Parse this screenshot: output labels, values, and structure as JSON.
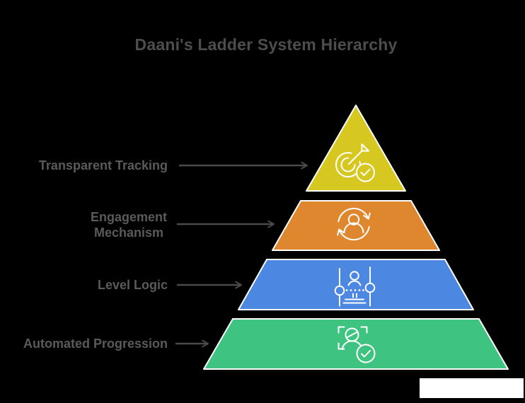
{
  "title": "Daani's Ladder System Hierarchy",
  "colors": {
    "background": "#000000",
    "title_text": "#4d4d4d",
    "label_text": "#5a5a5a",
    "arrow": "#4a4a4a",
    "level_outline": "#ffffff",
    "icon_stroke": "#ffffff",
    "watermark": "#ffffff"
  },
  "pyramid": {
    "levels": [
      {
        "rank": 1,
        "label": "Transparent Tracking",
        "color": "#d7c821",
        "icon": "target-dart-check-icon"
      },
      {
        "rank": 2,
        "label": "Engagement Mechanism",
        "color": "#df872e",
        "icon": "person-refresh-cycle-icon"
      },
      {
        "rank": 3,
        "label": "Level Logic",
        "color": "#4c87e1",
        "icon": "person-level-sliders-icon"
      },
      {
        "rank": 4,
        "label": "Automated Progression",
        "color": "#3fc380",
        "icon": "person-scan-check-icon"
      }
    ]
  }
}
